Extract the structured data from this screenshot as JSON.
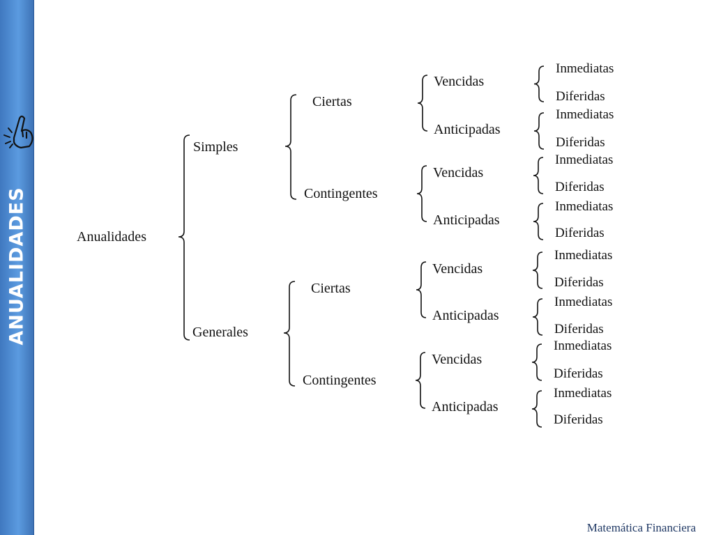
{
  "sidebar": {
    "title": "ANUALIDADES"
  },
  "footer": {
    "text": "Matemática Financiera"
  },
  "tree": {
    "label": "Anualidades",
    "children": [
      {
        "label": "Simples",
        "children": [
          {
            "label": "Ciertas",
            "children": [
              {
                "label": "Vencidas",
                "children": [
                  {
                    "label": "Inmediatas"
                  },
                  {
                    "label": "Diferidas"
                  }
                ]
              },
              {
                "label": "Anticipadas",
                "children": [
                  {
                    "label": "Inmediatas"
                  },
                  {
                    "label": "Diferidas"
                  }
                ]
              }
            ]
          },
          {
            "label": "Contingentes",
            "children": [
              {
                "label": "Vencidas",
                "children": [
                  {
                    "label": "Inmediatas"
                  },
                  {
                    "label": "Diferidas"
                  }
                ]
              },
              {
                "label": "Anticipadas",
                "children": [
                  {
                    "label": "Inmediatas"
                  },
                  {
                    "label": "Diferidas"
                  }
                ]
              }
            ]
          }
        ]
      },
      {
        "label": "Generales",
        "children": [
          {
            "label": "Ciertas",
            "children": [
              {
                "label": "Vencidas",
                "children": [
                  {
                    "label": "Inmediatas"
                  },
                  {
                    "label": "Diferidas"
                  }
                ]
              },
              {
                "label": "Anticipadas",
                "children": [
                  {
                    "label": "Inmediatas"
                  },
                  {
                    "label": "Diferidas"
                  }
                ]
              }
            ]
          },
          {
            "label": "Contingentes",
            "children": [
              {
                "label": "Vencidas",
                "children": [
                  {
                    "label": "Inmediatas"
                  },
                  {
                    "label": "Diferidas"
                  }
                ]
              },
              {
                "label": "Anticipadas",
                "children": [
                  {
                    "label": "Inmediatas"
                  },
                  {
                    "label": "Diferidas"
                  }
                ]
              }
            ]
          }
        ]
      }
    ]
  }
}
